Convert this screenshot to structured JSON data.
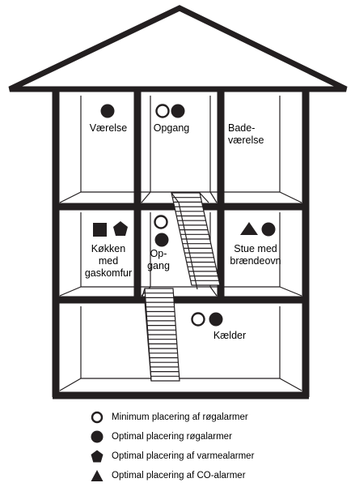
{
  "rooms": {
    "vaerelse": "Værelse",
    "opgang_top": "Opgang",
    "badevaerelse": "Bade-\nværelse",
    "koekken": "Køkken\nmed\ngaskomfur",
    "opgang_mid": "Op-\ngang",
    "stue": "Stue med\nbrændeovn",
    "kaelder": "Kælder"
  },
  "legend": {
    "minimum_smoke": "Minimum placering af røgalarmer",
    "optimal_smoke": "Optimal placering røgalarmer",
    "optimal_heat": "Optimal placering af varmealarmer",
    "co_alarm": "Optimal placering af CO-alarmer"
  },
  "icons": {
    "minimum_smoke": "hollow-circle-icon",
    "optimal_smoke": "filled-circle-icon",
    "optimal_heat": "pentagon-icon",
    "co_alarm": "triangle-icon"
  },
  "colors": {
    "line": "#231f20",
    "fill": "#ffffff"
  }
}
